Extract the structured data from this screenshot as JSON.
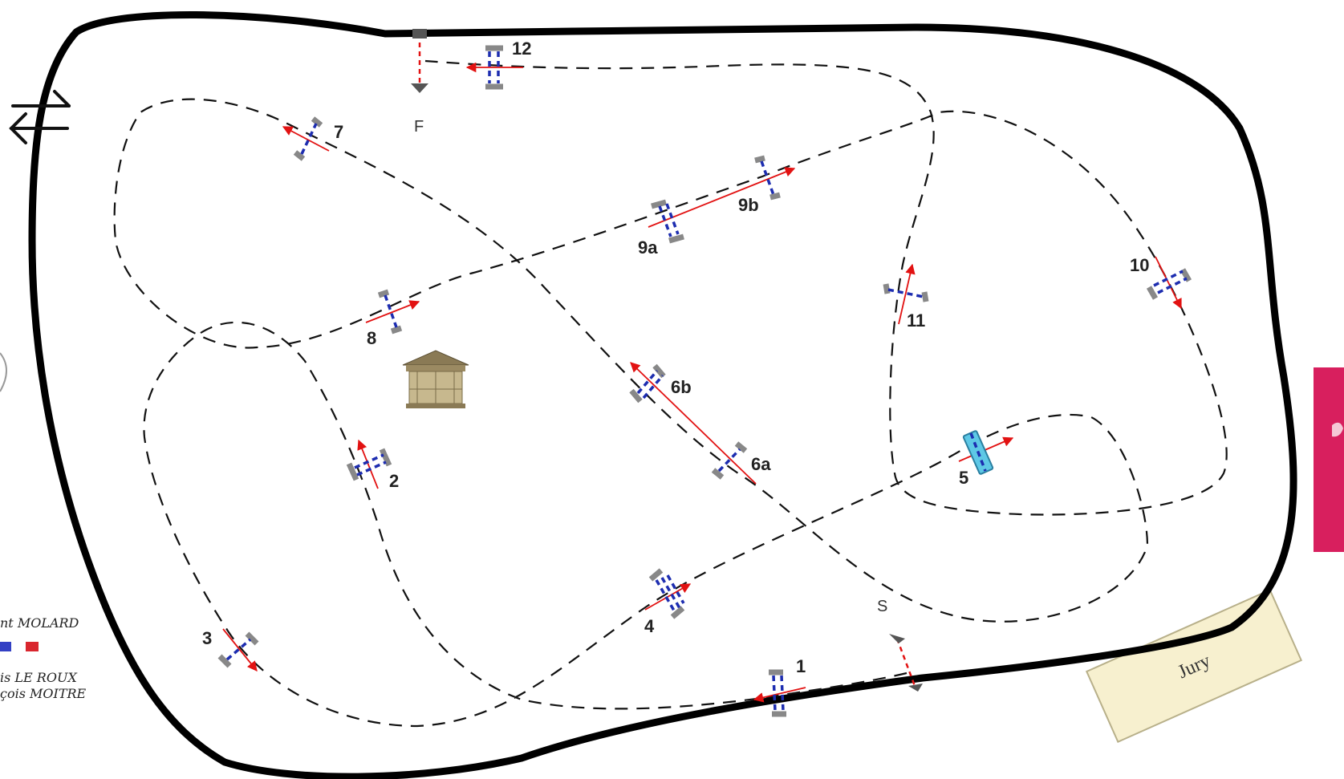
{
  "jumps": [
    {
      "id": "1",
      "label": "1"
    },
    {
      "id": "2",
      "label": "2"
    },
    {
      "id": "3",
      "label": "3"
    },
    {
      "id": "4",
      "label": "4"
    },
    {
      "id": "5",
      "label": "5"
    },
    {
      "id": "6a",
      "label": "6a"
    },
    {
      "id": "6b",
      "label": "6b"
    },
    {
      "id": "7",
      "label": "7"
    },
    {
      "id": "8",
      "label": "8"
    },
    {
      "id": "9a",
      "label": "9a"
    },
    {
      "id": "9b",
      "label": "9b"
    },
    {
      "id": "10",
      "label": "10"
    },
    {
      "id": "11",
      "label": "11"
    },
    {
      "id": "12",
      "label": "12"
    }
  ],
  "start_label": "S",
  "finish_label": "F",
  "jury_label": "Jury",
  "side_text": {
    "line1": "nt MOLARD",
    "line2": "is LE ROUX",
    "line3": "çois MOITRE"
  },
  "colors": {
    "arena_border": "#000000",
    "track": "#111111",
    "direction_arrow": "#e21212",
    "pole_blue": "#1d2db0",
    "water_jump": "#5ec8e6",
    "jury_box": "#f7f0cf",
    "sponsor_panel": "#d81f5e",
    "legend_blue": "#3340c4",
    "legend_red": "#d9262e"
  },
  "icons": [
    "direction-swap-icon",
    "gazebo-icon"
  ]
}
